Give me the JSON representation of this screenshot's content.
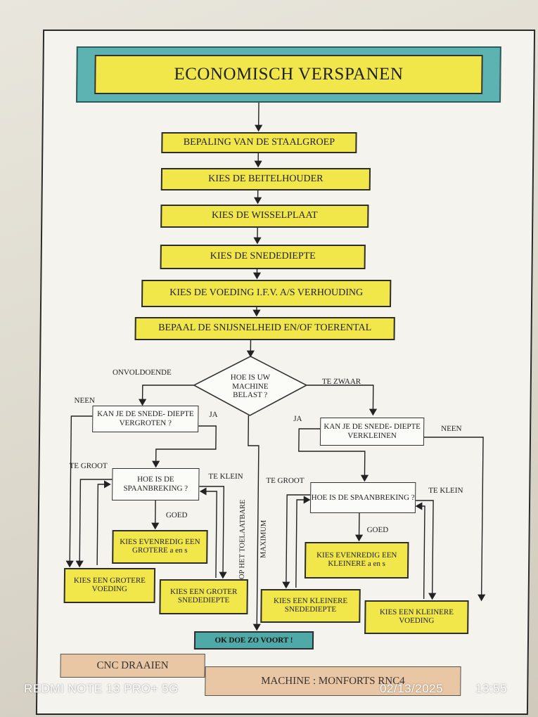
{
  "title": "ECONOMISCH VERSPANEN",
  "steps": [
    "BEPALING VAN DE STAALGROEP",
    "KIES DE BEITELHOUDER",
    "KIES DE WISSELPLAAT",
    "KIES DE SNEDEDIEPTE",
    "KIES DE VOEDING I.F.V. A/S VERHOUDING",
    "BEPAAL DE SNIJSNELHEID EN/OF TOERENTAL"
  ],
  "decision": "HOE IS UW MACHINE BELAST ?",
  "left": {
    "branch_label": "ONVOLDOENDE",
    "question": "KAN JE DE SNEDE- DIEPTE VERGROTEN ?",
    "neen": "NEEN",
    "ja": "JA",
    "spaan_question": "HOE IS DE SPAANBREKING ?",
    "te_groot": "TE GROOT",
    "te_klein": "TE KLEIN",
    "goed": "GOED",
    "goed_box": "KIES EVENREDIG EEN GROTERE a en s",
    "voeding_box": "KIES EEN GROTERE VOEDING",
    "snede_box": "KIES EEN GROTER SNEDEDIEPTE"
  },
  "right": {
    "branch_label": "TE ZWAAR",
    "question": "KAN JE DE SNEDE- DIEPTE VERKLEINEN",
    "neen": "NEEN",
    "ja": "JA",
    "spaan_question": "HOE IS DE SPAANBREKING ?",
    "te_groot": "TE GROOT",
    "te_klein": "TE KLEIN",
    "goed": "GOED",
    "goed_box": "KIES EVENREDIG EEN KLEINERE a en s",
    "snede_box": "KIES EEN KLEINERE SNEDEDIEPTE",
    "voeding_box": "KIES EEN KLEINERE VOEDING"
  },
  "center": {
    "maximum": "MAXIMUM",
    "toelaatbare": "OP HET TOELAATBARE",
    "ok": "OK DOE ZO VOORT !"
  },
  "footer": {
    "left": "CNC DRAAIEN",
    "right": "MACHINE : MONFORTS RNC4"
  },
  "watermark": {
    "device": "REDMI NOTE 13 PRO+ 5G",
    "date": "02/13/2025",
    "time": "13:55"
  },
  "colors": {
    "box_yellow": "#f1e74a",
    "title_teal": "#5cb3b2",
    "ok_teal": "#4fa9a6",
    "footer_tan": "#e9c7a5"
  }
}
